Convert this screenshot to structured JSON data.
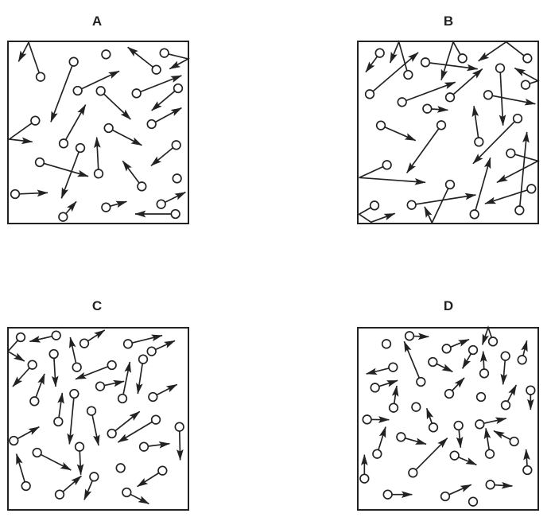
{
  "panels": [
    {
      "label": "A"
    },
    {
      "label": "B"
    },
    {
      "label": "C"
    },
    {
      "label": "D"
    }
  ],
  "colors": {
    "ink": "#222222",
    "background": "#ffffff"
  }
}
